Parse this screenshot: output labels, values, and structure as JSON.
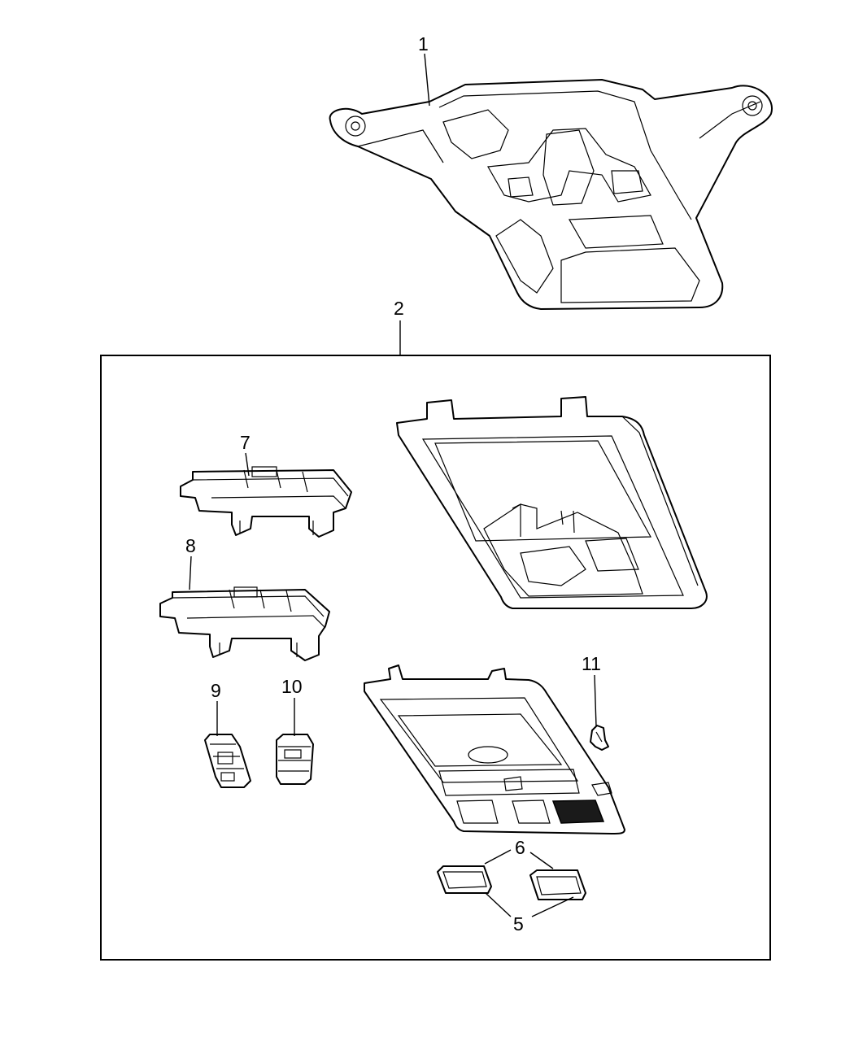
{
  "callouts": {
    "c1": "1",
    "c2": "2",
    "c5": "5",
    "c6": "6",
    "c7": "7",
    "c8": "8",
    "c9": "9",
    "c10": "10",
    "c11": "11"
  },
  "colors": {
    "line": "#000000",
    "background": "#ffffff"
  }
}
